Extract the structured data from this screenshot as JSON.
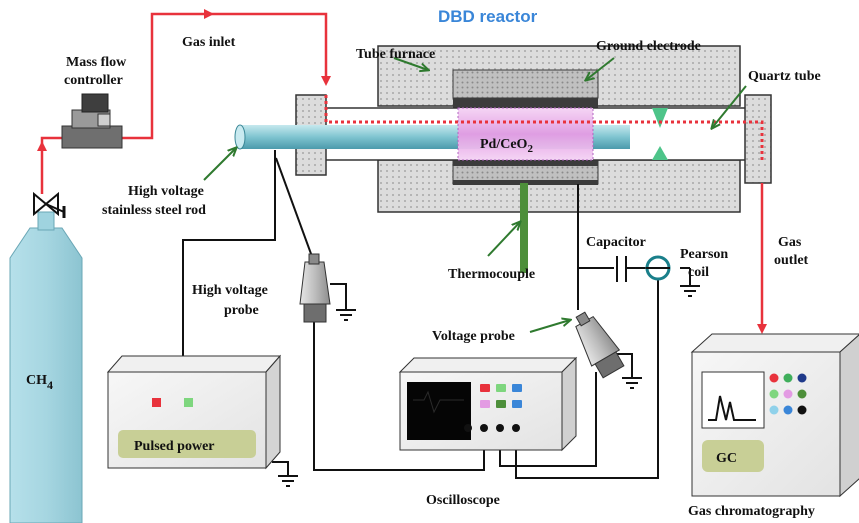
{
  "title": "DBD reactor",
  "labels": {
    "gas_inlet": "Gas inlet",
    "mfc_line1": "Mass flow",
    "mfc_line2": "controller",
    "tube_furnace": "Tube furnace",
    "ground_electrode": "Ground electrode",
    "quartz_tube": "Quartz tube",
    "catalyst_main": "Pd/CeO",
    "catalyst_sub": "2",
    "hv_rod_line1": "High voltage",
    "hv_rod_line2": "stainless steel rod",
    "capacitor": "Capacitor",
    "pearson_line1": "Pearson",
    "pearson_line2": "coil",
    "gas_outlet_line1": "Gas",
    "gas_outlet_line2": "outlet",
    "thermocouple": "Thermocouple",
    "hv_probe_line1": "High voltage",
    "hv_probe_line2": "probe",
    "voltage_probe": "Voltage probe",
    "cylinder_main": "CH",
    "cylinder_sub": "4",
    "pulsed_power": "Pulsed power",
    "oscilloscope": "Oscilloscope",
    "gc": "GC",
    "gas_chromatography": "Gas chromatography"
  },
  "colors": {
    "title": "#3a86d8",
    "gas_line": "#e8323c",
    "cylinder": "#9fd3df",
    "rod": "#86c9d4",
    "furnace": "#d9d9d9",
    "catalyst": "#e6a8e6",
    "thermocouple": "#4d8f3a",
    "label_box": "#c8cf96"
  }
}
